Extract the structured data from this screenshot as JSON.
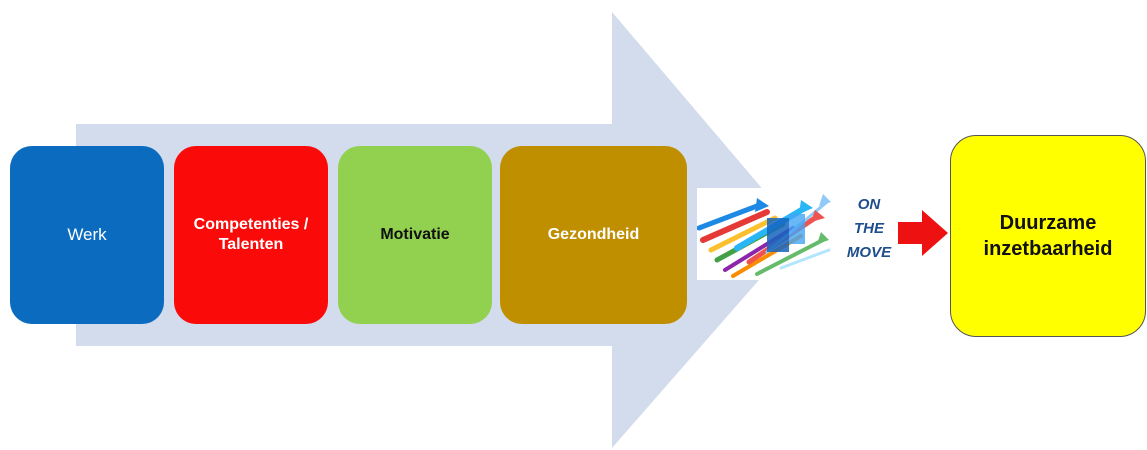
{
  "steps": [
    {
      "label": "Werk",
      "color": "#0b6bbf"
    },
    {
      "label": "Competenties / Talenten",
      "color": "#fb0a0a"
    },
    {
      "label": "Motivatie",
      "color": "#92d050"
    },
    {
      "label": "Gezondheid",
      "color": "#bf8f00"
    }
  ],
  "motion": {
    "line1": "ON",
    "line2": "THE",
    "line3": "MOVE",
    "text_color": "#1f4e8c"
  },
  "outcome": {
    "label": "Duurzame inzetbaarheid",
    "color": "#ffff00"
  },
  "background_arrow_color": "#d2dcec",
  "connector_arrow_color": "#ee1111"
}
